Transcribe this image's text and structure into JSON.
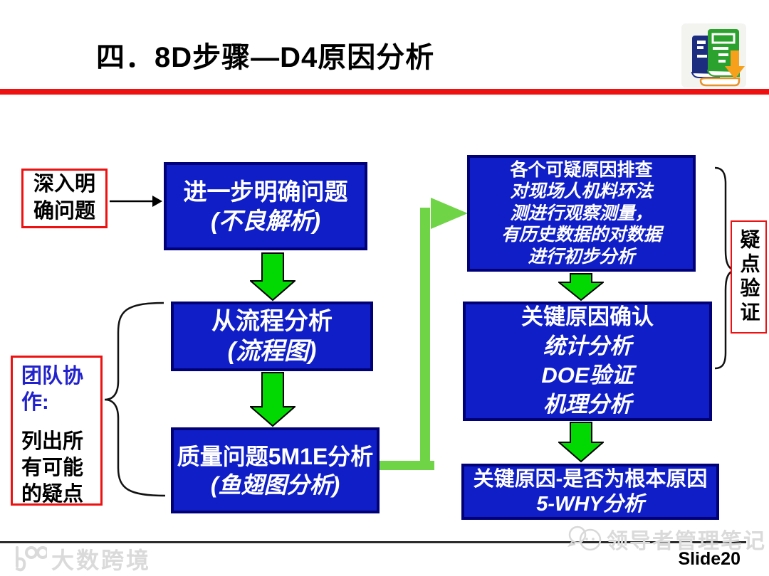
{
  "title": "四．8D步骤—D4原因分析",
  "slide_number": "Slide20",
  "watermark_left": "大数跨境",
  "watermark_right": "领导者管理笔记",
  "labels": {
    "start": [
      "深入明",
      "确问题"
    ],
    "team_heading": [
      "团队协",
      "作:"
    ],
    "team_body": [
      "列出所",
      "有可能",
      "的疑点"
    ],
    "verify_vertical": "疑点验证"
  },
  "flow_left": [
    {
      "title": "进一步明确问题",
      "subtitle": "(不良解析)"
    },
    {
      "title": "从流程分析",
      "subtitle": "(流程图)"
    },
    {
      "title": "质量问题5M1E分析",
      "subtitle": "(鱼翅图分析)"
    }
  ],
  "flow_right": [
    {
      "lines": [
        "各个可疑原因排查",
        "对现场人机料环法",
        "测进行观察测量，",
        "有历史数据的对数据",
        "进行初步分析"
      ]
    },
    {
      "lines": [
        "关键原因确认",
        "统计分析",
        "DOE验证",
        "机理分析"
      ]
    },
    {
      "lines": [
        "关键原因-是否为根本原因",
        "5-WHY分析"
      ]
    }
  ],
  "colors": {
    "box_fill": "#101ec8",
    "box_border": "#000077",
    "accent_red": "#ee1111",
    "arrow_green": "#02d802",
    "elbow_green": "#70d447"
  }
}
